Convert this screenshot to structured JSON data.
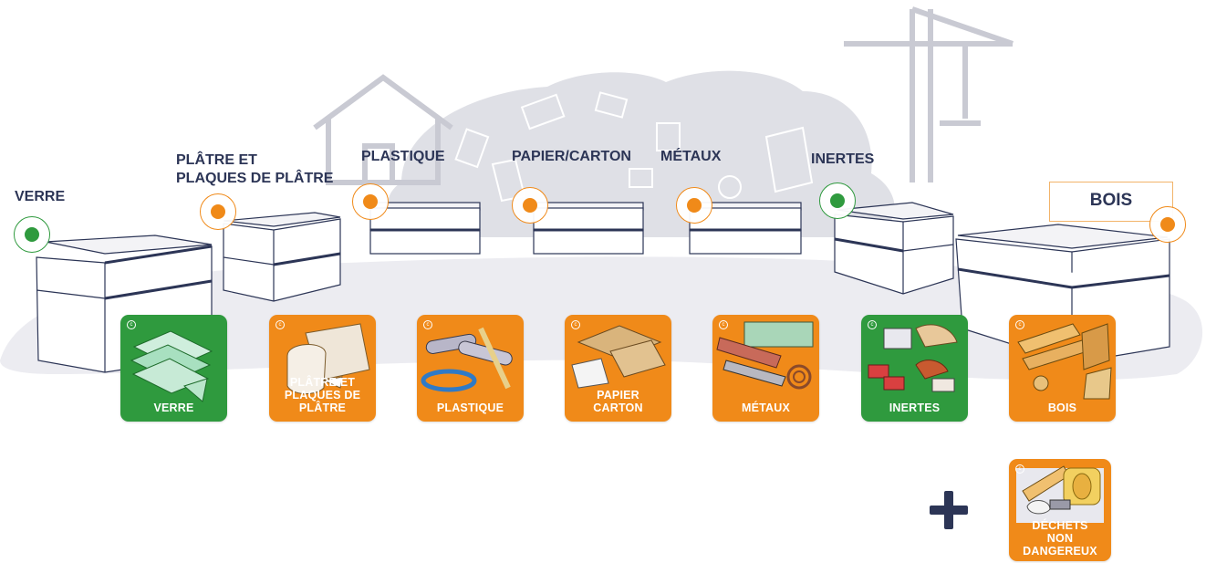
{
  "colors": {
    "green": "#2f9a3e",
    "orange": "#f08a19",
    "navy": "#2c3556",
    "background": "#ececf1",
    "highlight_border": "#f2b46a"
  },
  "labels": {
    "verre": [
      "VERRE"
    ],
    "platre": [
      "PLÂTRE ET",
      "PLAQUES DE PLÂTRE"
    ],
    "plastique": [
      "PLASTIQUE"
    ],
    "papier": [
      "PAPIER/CARTON"
    ],
    "metaux": [
      "MÉTAUX"
    ],
    "inertes": [
      "INERTES"
    ],
    "bois": [
      "BOIS"
    ]
  },
  "markers": {
    "verre": "green",
    "platre": "orange",
    "plastique": "orange",
    "papier": "orange",
    "metaux": "orange",
    "inertes": "green",
    "bois": "orange"
  },
  "tiles": {
    "verre": {
      "lines": [
        "VERRE"
      ],
      "color": "green",
      "icon": "glass-sheets-icon"
    },
    "platre": {
      "lines": [
        "PLÂTRE ET",
        "PLAQUES DE PLÂTRE"
      ],
      "color": "orange",
      "icon": "plaster-bag-icon"
    },
    "plastique": {
      "lines": [
        "PLASTIQUE"
      ],
      "color": "orange",
      "icon": "plastic-pipes-icon"
    },
    "papier": {
      "lines": [
        "PAPIER",
        "CARTON"
      ],
      "color": "orange",
      "icon": "cardboard-icon"
    },
    "metaux": {
      "lines": [
        "MÉTAUX"
      ],
      "color": "orange",
      "icon": "metal-beams-icon"
    },
    "inertes": {
      "lines": [
        "INERTES"
      ],
      "color": "green",
      "icon": "bricks-icon"
    },
    "bois": {
      "lines": [
        "BOIS"
      ],
      "color": "orange",
      "icon": "wood-planks-icon"
    },
    "dnd": {
      "lines": [
        "DÉCHETS",
        "NON DANGEREUX"
      ],
      "color": "orange",
      "icon": "mixed-waste-icon"
    }
  },
  "plus_icon": "plus-icon"
}
